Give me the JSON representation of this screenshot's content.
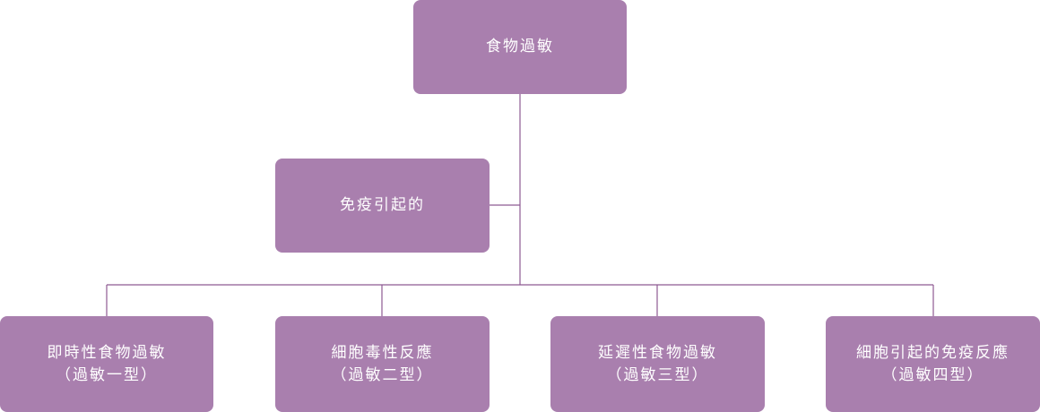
{
  "colors": {
    "node_fill": "#a97fae",
    "node_text": "#ffffff",
    "connector": "#8e5a92",
    "background": "#ffffff"
  },
  "diagram": {
    "type": "hierarchy-tree",
    "root": {
      "label": "食物過敏"
    },
    "branch": {
      "label": "免疫引起的"
    },
    "leaves": [
      {
        "line1": "即時性食物過敏",
        "line2": "（過敏一型）"
      },
      {
        "line1": "細胞毒性反應",
        "line2": "（過敏二型）"
      },
      {
        "line1": "延遲性食物過敏",
        "line2": "（過敏三型）"
      },
      {
        "line1": "細胞引起的免疫反應",
        "line2": "（過敏四型）"
      }
    ]
  }
}
